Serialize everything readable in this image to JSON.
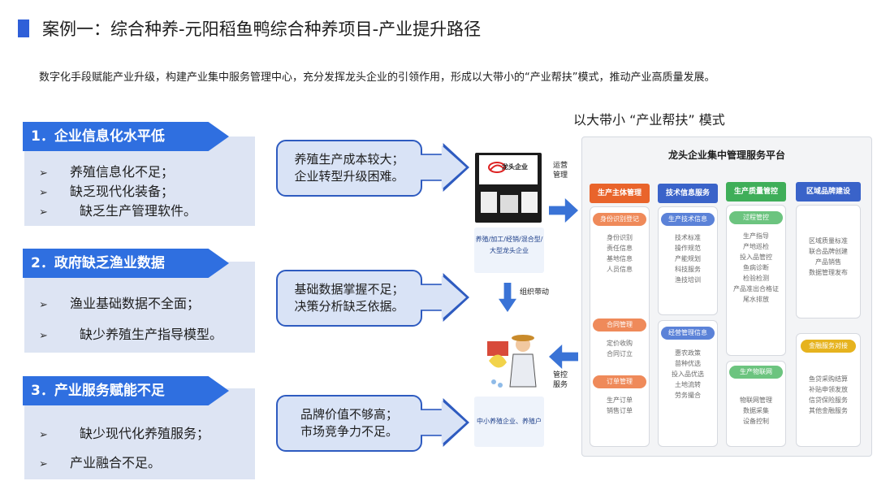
{
  "title": "案例一：综合种养-元阳稻鱼鸭综合种养项目-产业提升路径",
  "subtitle": "数字化手段赋能产业升级，构建产业集中服务管理中心，充分发挥龙头企业的引领作用，形成以大带小的“产业帮扶”模式，推动产业高质量发展。",
  "model_title": "以大带小 “产业帮扶” 模式",
  "problems": [
    {
      "heading": "1．企业信息化水平低",
      "bullets": [
        "养殖信息化不足；",
        "缺乏现代化装备；",
        "缺乏生产管理软件。"
      ],
      "cause": [
        "养殖生产成本较大；",
        "企业转型升级困难。"
      ]
    },
    {
      "heading": "2．政府缺乏渔业数据",
      "bullets": [
        "渔业基础数据不全面；",
        "缺少养殖生产指导模型。"
      ],
      "cause": [
        "基础数据掌握不足；",
        "决策分析缺乏依据。"
      ]
    },
    {
      "heading": "3．产业服务赋能不足",
      "bullets": [
        "缺少现代化养殖服务；",
        "产业融合不足。"
      ],
      "cause": [
        "品牌价值不够高；",
        "市场竞争力不足。"
      ]
    }
  ],
  "bullet_marker": "➢",
  "middle": {
    "logo_text": "龙头企业",
    "enterprise_label": "养殖/加工/经销/混合型/大型龙头企业",
    "operate_label": "运营管理",
    "drive_label": "组织带动",
    "control_label": "管控服务",
    "small_label": "中小养殖企业、养殖户"
  },
  "platform": {
    "title": "龙头企业集中管理服务平台",
    "columns": [
      {
        "head": "生产主体管理",
        "color": "#e9642b",
        "groups": [
          {
            "pill": "身份识别登记",
            "items": [
              "身份识别",
              "责任信息",
              "基地信息",
              "人员信息"
            ]
          },
          {
            "pill": "合同管理",
            "items": [
              "定价收购",
              "合同订立"
            ]
          },
          {
            "pill": "订单管理",
            "items": [
              "生产订单",
              "销售订单"
            ]
          }
        ]
      },
      {
        "head": "技术信息服务",
        "color": "#3a63c9",
        "groups": [
          {
            "pill": "生产技术信息",
            "items": [
              "技术标准",
              "操作规范",
              "产能规划",
              "科技服务",
              "渔技培训"
            ]
          },
          {
            "pill": "经营管理信息",
            "items": [
              "惠农政策",
              "苗种优选",
              "投入品优选",
              "土地流转",
              "劳务撮合"
            ]
          }
        ]
      },
      {
        "head": "生产质量管控",
        "color": "#3fae59",
        "groups": [
          {
            "pill": "过程管控",
            "items": [
              "生产指导",
              "产地巡检",
              "投入品管控",
              "鱼病诊断",
              "检验检测",
              "产品准出合格证",
              "尾水排放"
            ]
          },
          {
            "pill": "生产物联网",
            "items": [
              "物联网管理",
              "数据采集",
              "设备控制"
            ]
          }
        ]
      },
      {
        "head": "区域品牌建设",
        "color": "#3a63c9",
        "groups": [
          {
            "pill": "",
            "items": [
              "区域质量标准",
              "联合品牌创建",
              "产品销售",
              "数据管理发布"
            ]
          },
          {
            "pill": "金融服务对接",
            "items": [
              "鱼贷采购结算",
              "补贴申领发放",
              "信贷保险服务",
              "其他金融服务"
            ]
          }
        ]
      }
    ]
  },
  "colors": {
    "accent_blue": "#2f6fe0",
    "box_fill": "#dde4f3",
    "orange": "#e9642b",
    "green": "#3fae59",
    "gold": "#e6b31e"
  }
}
